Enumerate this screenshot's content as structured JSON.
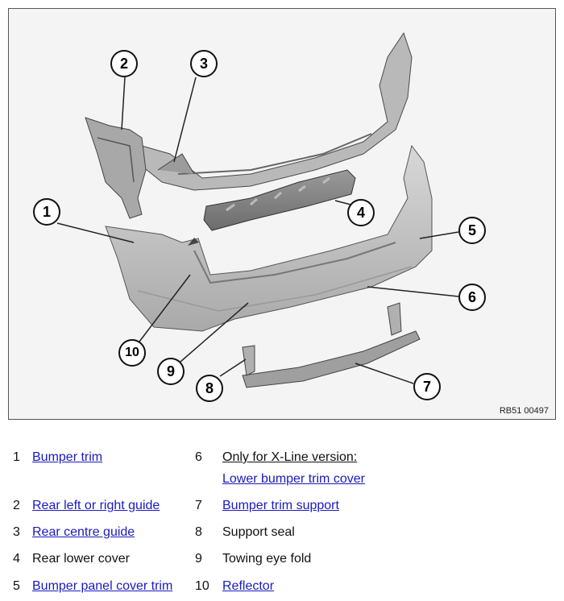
{
  "figure": {
    "code": "RB51 00497",
    "callouts": [
      {
        "n": "1"
      },
      {
        "n": "2"
      },
      {
        "n": "3"
      },
      {
        "n": "4"
      },
      {
        "n": "5"
      },
      {
        "n": "6"
      },
      {
        "n": "7"
      },
      {
        "n": "8"
      },
      {
        "n": "9"
      },
      {
        "n": "10"
      }
    ]
  },
  "legend": [
    {
      "num": "1",
      "label": "Bumper trim",
      "link": true
    },
    {
      "num": "2",
      "label": "Rear left or right guide",
      "link": true
    },
    {
      "num": "3",
      "label": "Rear centre guide",
      "link": true
    },
    {
      "num": "4",
      "label": "Rear lower cover",
      "link": false
    },
    {
      "num": "5",
      "label": "Bumper panel cover trim",
      "link": true
    },
    {
      "num": "6",
      "note": "Only for X-Line version:",
      "label": "Lower bumper trim cover",
      "link": true
    },
    {
      "num": "7",
      "label": "Bumper trim support",
      "link": true
    },
    {
      "num": "8",
      "label": "Support seal",
      "link": false
    },
    {
      "num": "9",
      "label": "Towing eye fold",
      "link": false
    },
    {
      "num": "10",
      "label": "Reflector",
      "link": true
    }
  ],
  "colors": {
    "link": "#1a1ac0",
    "part_fill": "#c8c8c8",
    "part_dark": "#7a7a7a"
  }
}
